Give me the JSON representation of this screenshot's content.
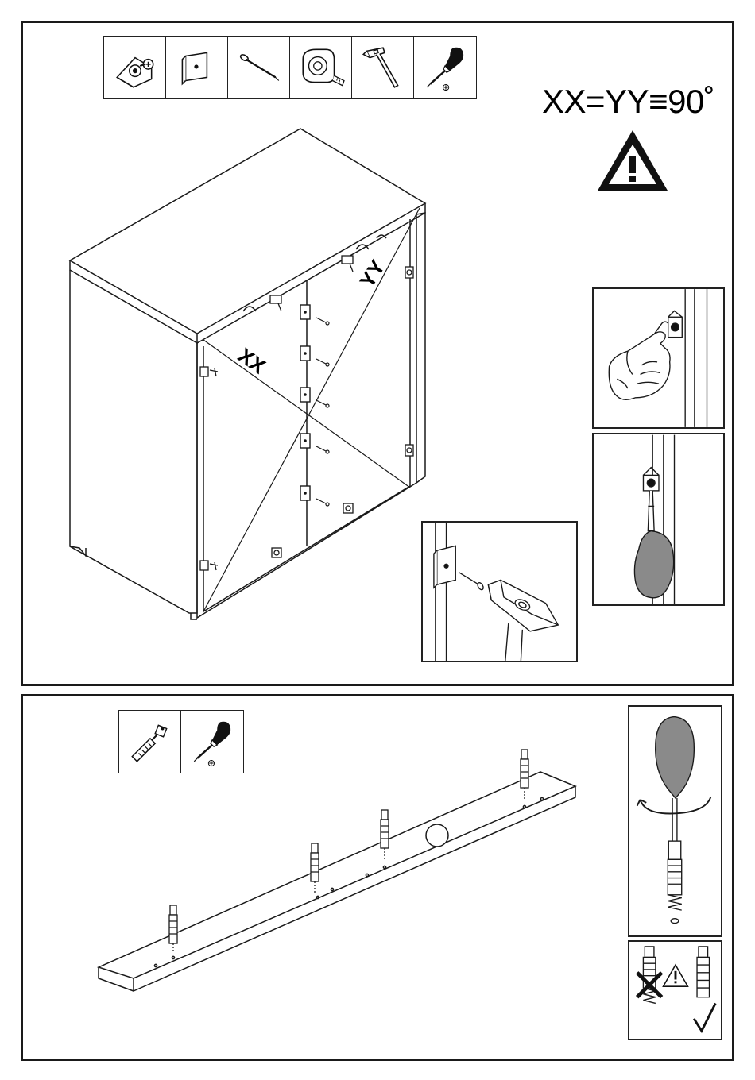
{
  "step_top": {
    "tools": [
      {
        "icon": "cam-connector-icon"
      },
      {
        "icon": "back-panel-clip-icon"
      },
      {
        "icon": "nail-icon"
      },
      {
        "icon": "tape-measure-icon"
      },
      {
        "icon": "hammer-icon"
      },
      {
        "icon": "phillips-screwdriver-icon"
      }
    ],
    "formula": "XX=YY≡90˚",
    "diagonal_labels": {
      "xx": "XX",
      "yy": "YY"
    },
    "screwdriver_symbol": "⊕"
  },
  "step_bottom": {
    "tools": [
      {
        "icon": "cam-bolt-icon"
      },
      {
        "icon": "phillips-screwdriver-icon"
      }
    ],
    "screwdriver_symbol": "⊕"
  },
  "colors": {
    "line": "#1a1a1a",
    "handle": "#8a8a8a",
    "background": "#ffffff"
  }
}
